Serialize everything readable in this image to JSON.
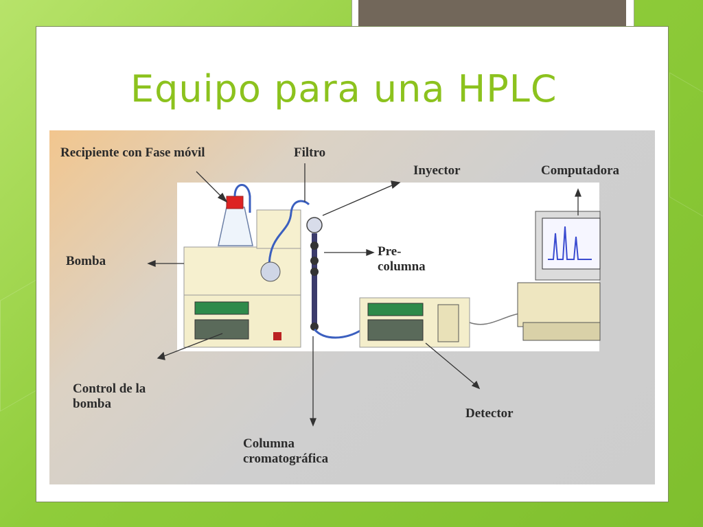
{
  "title": "Equipo para una HPLC",
  "labels": {
    "reservoir": "Recipiente con Fase móvil",
    "filter": "Filtro",
    "injector": "Inyector",
    "computer": "Computadora",
    "pump": "Bomba",
    "precolumn": "Pre-columna",
    "pump_control": "Control de la bomba",
    "detector": "Detector",
    "column": "Columna cromatográfica"
  }
}
